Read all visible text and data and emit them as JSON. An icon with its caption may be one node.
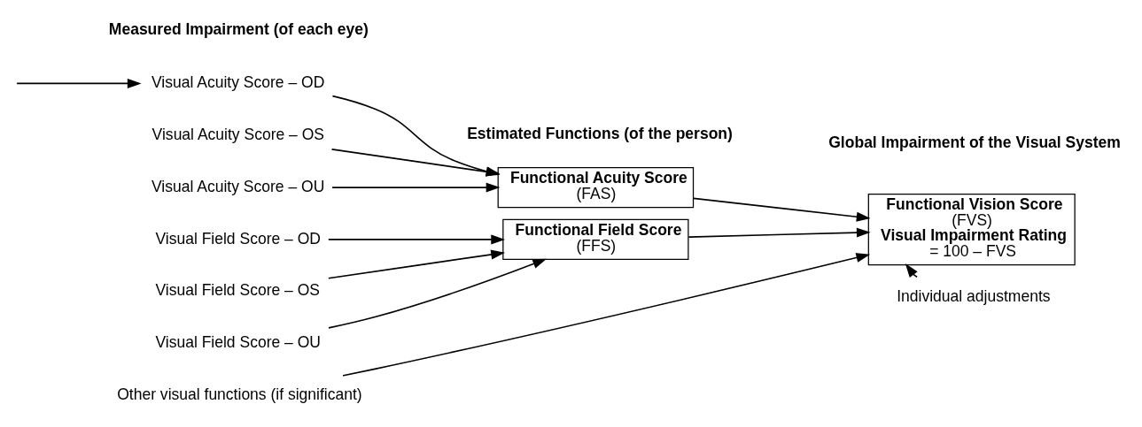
{
  "diagram": {
    "nodes": [
      {
        "text": [
          "Visual Acuity Score – OD"
        ]
      },
      {
        "text": [
          "Visual Acuity Score – OS"
        ]
      },
      {
        "text": [
          "Visual Acuity Score – OU"
        ]
      },
      {
        "text": [
          "Functional Acuity Score",
          "(FAS)"
        ]
      },
      {
        "text": [
          "Visual Field Score – OD"
        ]
      },
      {
        "text": [
          "Visual Field Score – OS"
        ]
      },
      {
        "text": [
          "Visual Field Score – OU"
        ]
      },
      {
        "text": [
          "Functional Field Score",
          "(FFS)"
        ]
      },
      {
        "text": [
          "Other visual functions (if significant)"
        ]
      },
      {
        "text": [
          "Functional Vision Score",
          "(FVS)",
          "Visual Impairment Rating",
          "= 100 – FVS"
        ]
      },
      {
        "text": [
          "Individual adjustments"
        ]
      }
    ],
    "edges": [
      {
        "from": null,
        "to": 0,
        "arrow": "to"
      },
      {
        "from": 0,
        "to": 3,
        "arrow": "to"
      },
      {
        "from": 1,
        "to": 3,
        "arrow": "to"
      },
      {
        "from": 2,
        "to": 3,
        "arrow": "to"
      },
      {
        "from": 4,
        "to": 7,
        "arrow": "to"
      },
      {
        "from": 5,
        "to": 7,
        "arrow": "to"
      },
      {
        "from": 6,
        "to": 7,
        "arrow": "to"
      },
      {
        "from": 3,
        "to": 9,
        "arrow": "to"
      },
      {
        "from": 7,
        "to": 9,
        "arrow": "to"
      },
      {
        "from": 8,
        "to": 9,
        "arrow": "to"
      },
      {
        "from": 10,
        "to": 9,
        "arrow": "to"
      }
    ],
    "labels": [
      "Measured Impairment (of each eye)",
      "Estimated Functions (of the person)",
      "Global Impairment of the Visual System"
    ]
  }
}
